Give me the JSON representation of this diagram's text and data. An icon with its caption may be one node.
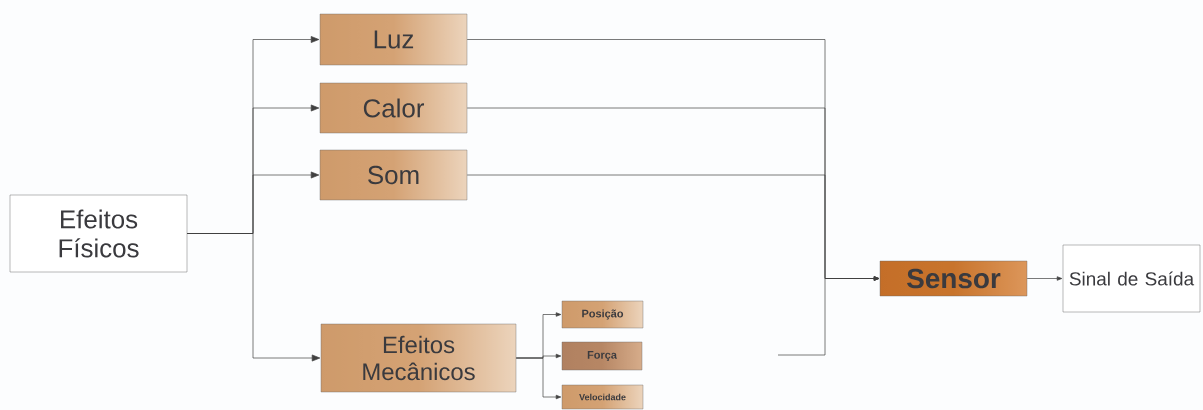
{
  "diagram": {
    "nodes": [
      {
        "text": [
          "Efeitos Físicos"
        ]
      },
      {
        "text": [
          "Luz"
        ]
      },
      {
        "text": [
          "Calor"
        ]
      },
      {
        "text": [
          "Som"
        ]
      },
      {
        "text": [
          "Efeitos Mecânicos"
        ]
      },
      {
        "text": [
          "Posição"
        ]
      },
      {
        "text": [
          "Força"
        ]
      },
      {
        "text": [
          "Velocidade"
        ]
      },
      {
        "text": [
          "Sensor"
        ]
      },
      {
        "text": [
          "Sinal de Saída"
        ]
      }
    ],
    "edges": [
      {
        "from": 0,
        "to": 1,
        "arrow": "to"
      },
      {
        "from": 0,
        "to": 2,
        "arrow": "to"
      },
      {
        "from": 0,
        "to": 3,
        "arrow": "to"
      },
      {
        "from": 0,
        "to": 4,
        "arrow": "to"
      },
      {
        "from": 4,
        "to": 5,
        "arrow": "to"
      },
      {
        "from": 4,
        "to": 6,
        "arrow": "to"
      },
      {
        "from": 4,
        "to": 7,
        "arrow": "to"
      },
      {
        "from": 1,
        "to": 8,
        "arrow": "to"
      },
      {
        "from": 2,
        "to": 8,
        "arrow": "to"
      },
      {
        "from": 3,
        "to": 8,
        "arrow": "to"
      },
      {
        "from": null,
        "to": 8,
        "arrow": "to"
      },
      {
        "from": 8,
        "to": 9,
        "arrow": "to"
      }
    ]
  }
}
